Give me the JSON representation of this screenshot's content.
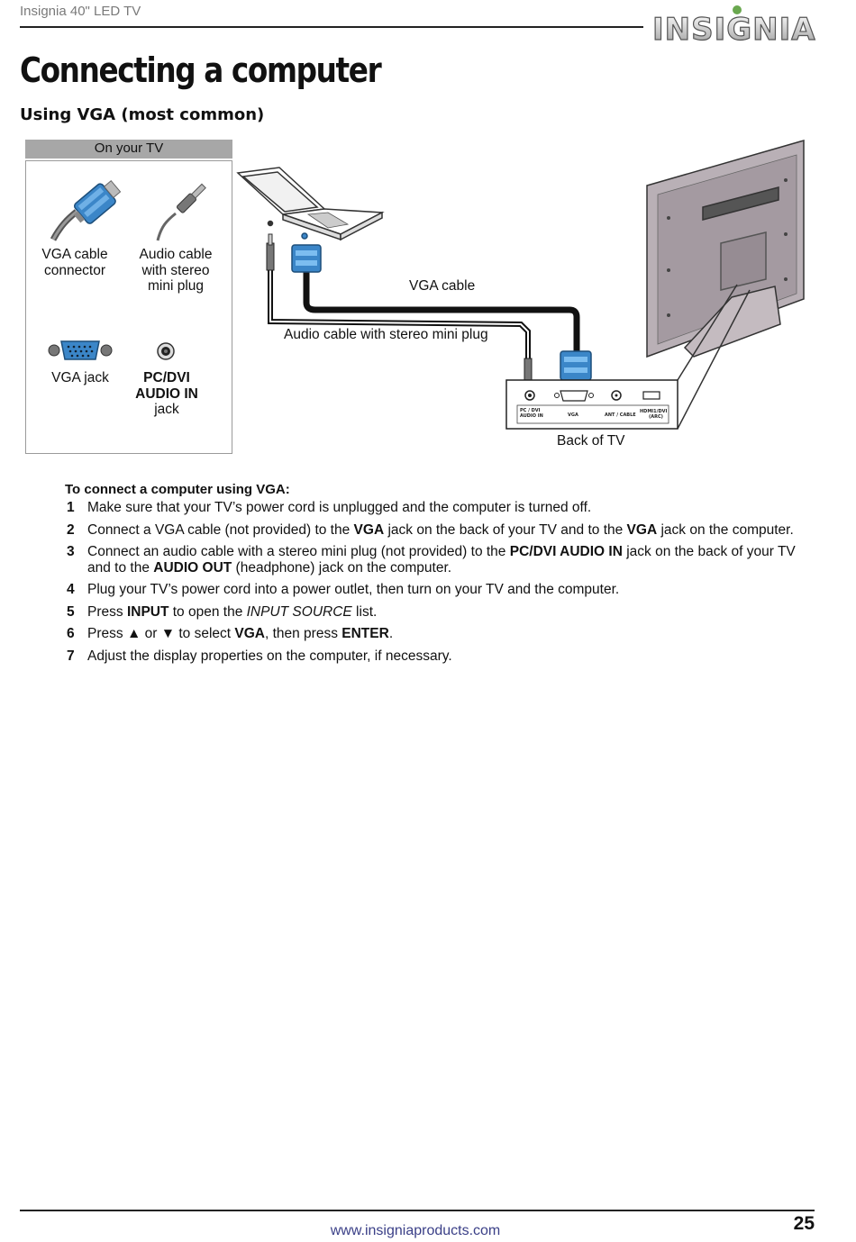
{
  "header": {
    "doc_title": "Insignia 40\" LED TV",
    "logo_text": "INSIGNIA"
  },
  "page_title": "Connecting a computer",
  "section_title": "Using VGA (most common)",
  "panel": {
    "heading": "On your TV",
    "vga_cable_connector": [
      "VGA cable",
      "connector"
    ],
    "audio_cable": [
      "Audio cable",
      "with stereo",
      "mini plug"
    ],
    "vga_jack": "VGA jack",
    "pcdvi_jack": [
      "PC/DVI",
      "AUDIO IN",
      "jack"
    ]
  },
  "diagram": {
    "vga_cable_label": "VGA cable",
    "audio_cable_label": "Audio cable with stereo mini plug",
    "back_of_tv_label": "Back of TV",
    "port_labels": [
      "PC / DVI",
      "AUDIO IN",
      "VGA",
      "ANT / CABLE",
      "HDMI1/DVI",
      "(ARC)"
    ]
  },
  "instructions": {
    "title": "To connect a computer using VGA:",
    "steps": [
      {
        "num": "1",
        "text": "Make sure that your TV’s power cord is unplugged and the computer is turned off."
      },
      {
        "num": "2",
        "parts": [
          "Connect a VGA cable (not provided) to the ",
          "VGA",
          " jack on the back of your TV and to the ",
          "VGA",
          " jack on the computer."
        ]
      },
      {
        "num": "3",
        "parts": [
          "Connect an audio cable with a stereo mini plug (not provided) to the ",
          "PC/DVI AUDIO IN",
          " jack on the back of your TV and to the ",
          "AUDIO OUT",
          " (headphone) jack on the computer."
        ]
      },
      {
        "num": "4",
        "text": "Plug your TV’s power cord into a power outlet, then turn on your TV and the computer."
      },
      {
        "num": "5",
        "parts": [
          "Press ",
          "INPUT",
          " to open the ",
          "INPUT SOURCE",
          " list."
        ]
      },
      {
        "num": "6",
        "parts": [
          "Press ",
          "▲",
          " or ",
          "▼",
          " to select ",
          "VGA",
          ", then press ",
          "ENTER",
          "."
        ]
      },
      {
        "num": "7",
        "text": "Adjust the display properties on the computer, if necessary."
      }
    ]
  },
  "footer": {
    "url": "www.insigniaproducts.com",
    "page_number": "25"
  },
  "colors": {
    "vga_blue": "#3b86c8",
    "panel_gray": "#a7a7a7",
    "url_blue": "#3a3f87",
    "logo_green": "#6aa84f"
  }
}
